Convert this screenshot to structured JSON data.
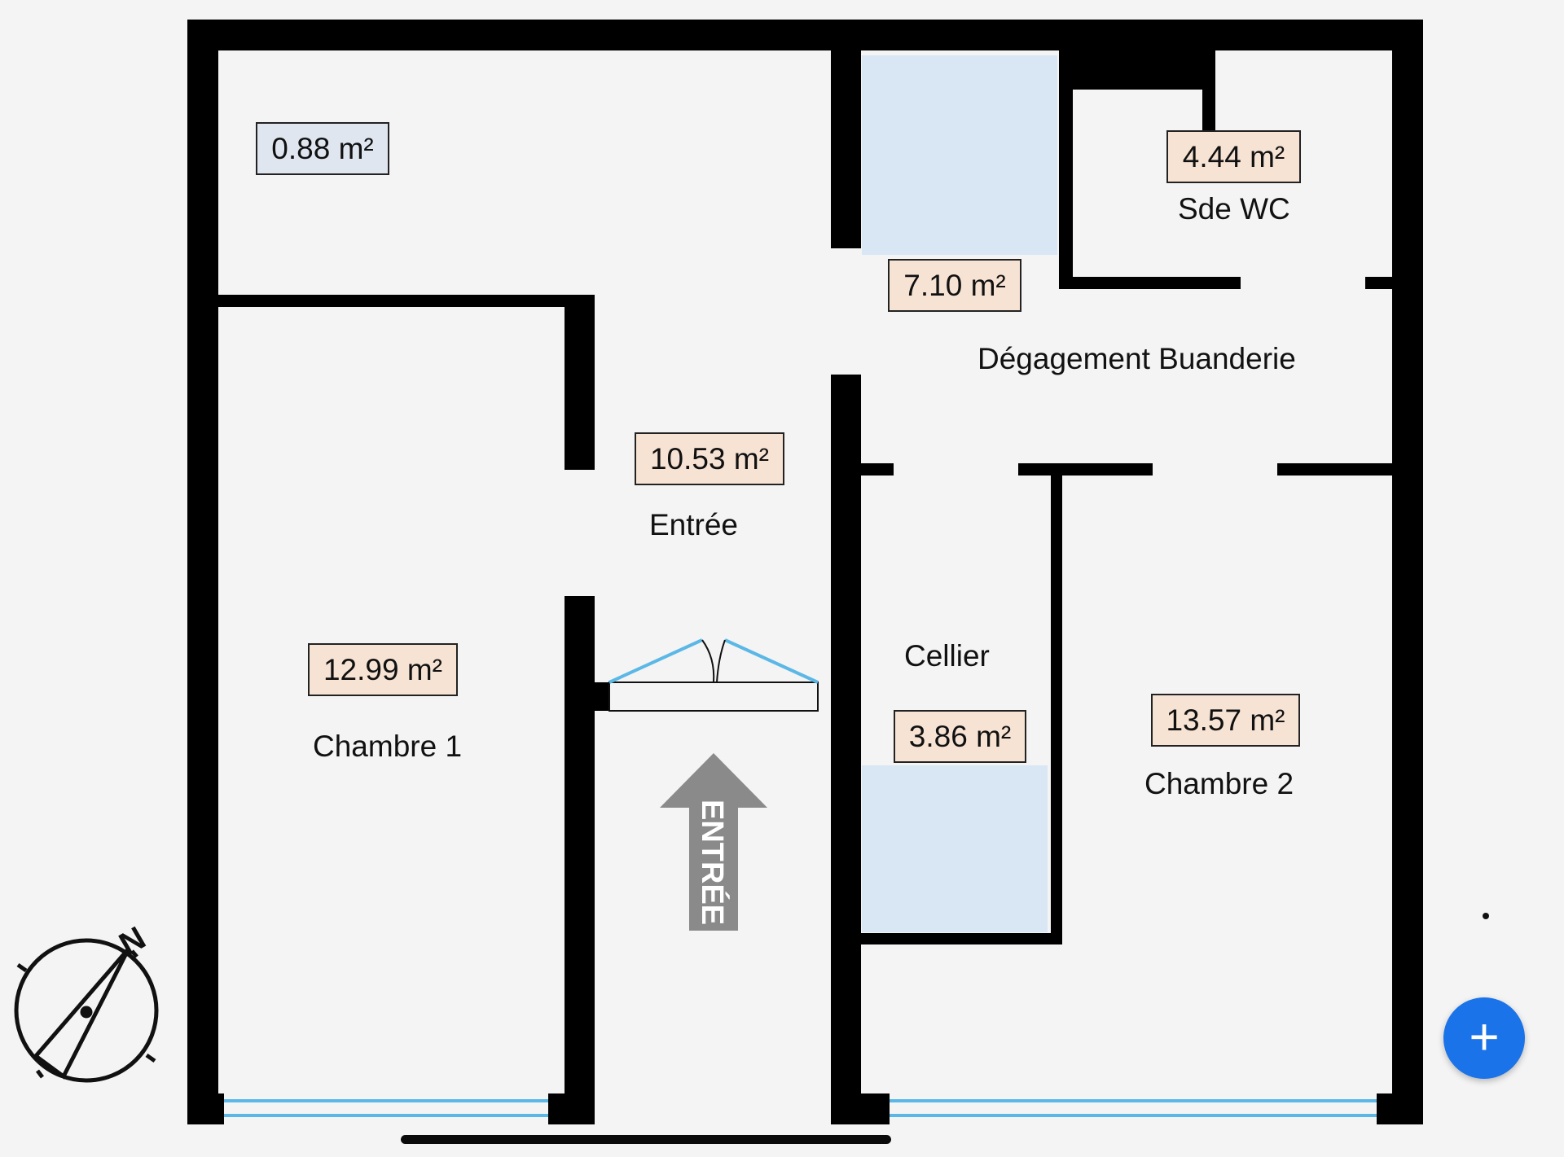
{
  "colors": {
    "wall": "#000000",
    "background": "#f4f4f4",
    "area_tag_fill": "#f7e3d4",
    "area_tag_blue_fill": "#dfe6ef",
    "storage_fill": "#d9e6f3",
    "window": "#5bb8e6",
    "arrow": "#8a8a8a",
    "fab": "#1a73e8"
  },
  "rooms": [
    {
      "id": "storage-top-left",
      "area": "0.88 m²",
      "name": ""
    },
    {
      "id": "sde-wc",
      "area": "4.44 m²",
      "name": "Sde WC"
    },
    {
      "id": "degagement",
      "area": "7.10 m²",
      "name": "Dégagement Buanderie"
    },
    {
      "id": "entree",
      "area": "10.53 m²",
      "name": "Entrée"
    },
    {
      "id": "chambre-1",
      "area": "12.99 m²",
      "name": "Chambre 1"
    },
    {
      "id": "cellier",
      "area": "3.86 m²",
      "name": "Cellier"
    },
    {
      "id": "chambre-2",
      "area": "13.57 m²",
      "name": "Chambre 2"
    }
  ],
  "entry_arrow": {
    "label": "ENTRÉE"
  },
  "compass": {
    "north_label": "N",
    "icon": "compass-icon"
  },
  "fab": {
    "label": "+",
    "icon": "plus-icon"
  }
}
